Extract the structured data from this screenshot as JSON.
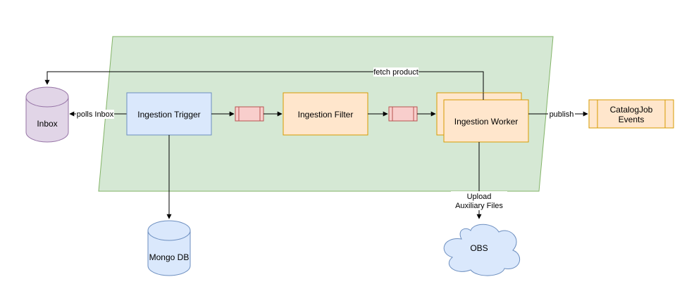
{
  "nodes": {
    "inbox": "Inbox",
    "ingestion_trigger": "Ingestion Trigger",
    "ingestion_filter": "Ingestion Filter",
    "ingestion_worker": "Ingestion Worker",
    "catalogjob_line1": "CatalogJob",
    "catalogjob_line2": "Events",
    "mongo_db": "Mongo DB",
    "obs": "OBS"
  },
  "edges": {
    "polls_inbox": "polls Inbox",
    "fetch_product": "fetch product",
    "publish": "publish",
    "upload_line1": "Upload",
    "upload_line2": "Auxiliary Files"
  },
  "colors": {
    "group_fill": "#d5e8d4",
    "group_stroke": "#82b366",
    "inbox_fill": "#e1d5e7",
    "inbox_stroke": "#9673a6",
    "trigger_fill": "#dae8fc",
    "trigger_stroke": "#6c8ebf",
    "orange_fill": "#ffe6cc",
    "orange_stroke": "#d79b00",
    "queue_fill": "#f8cecc",
    "queue_stroke": "#b85450"
  }
}
